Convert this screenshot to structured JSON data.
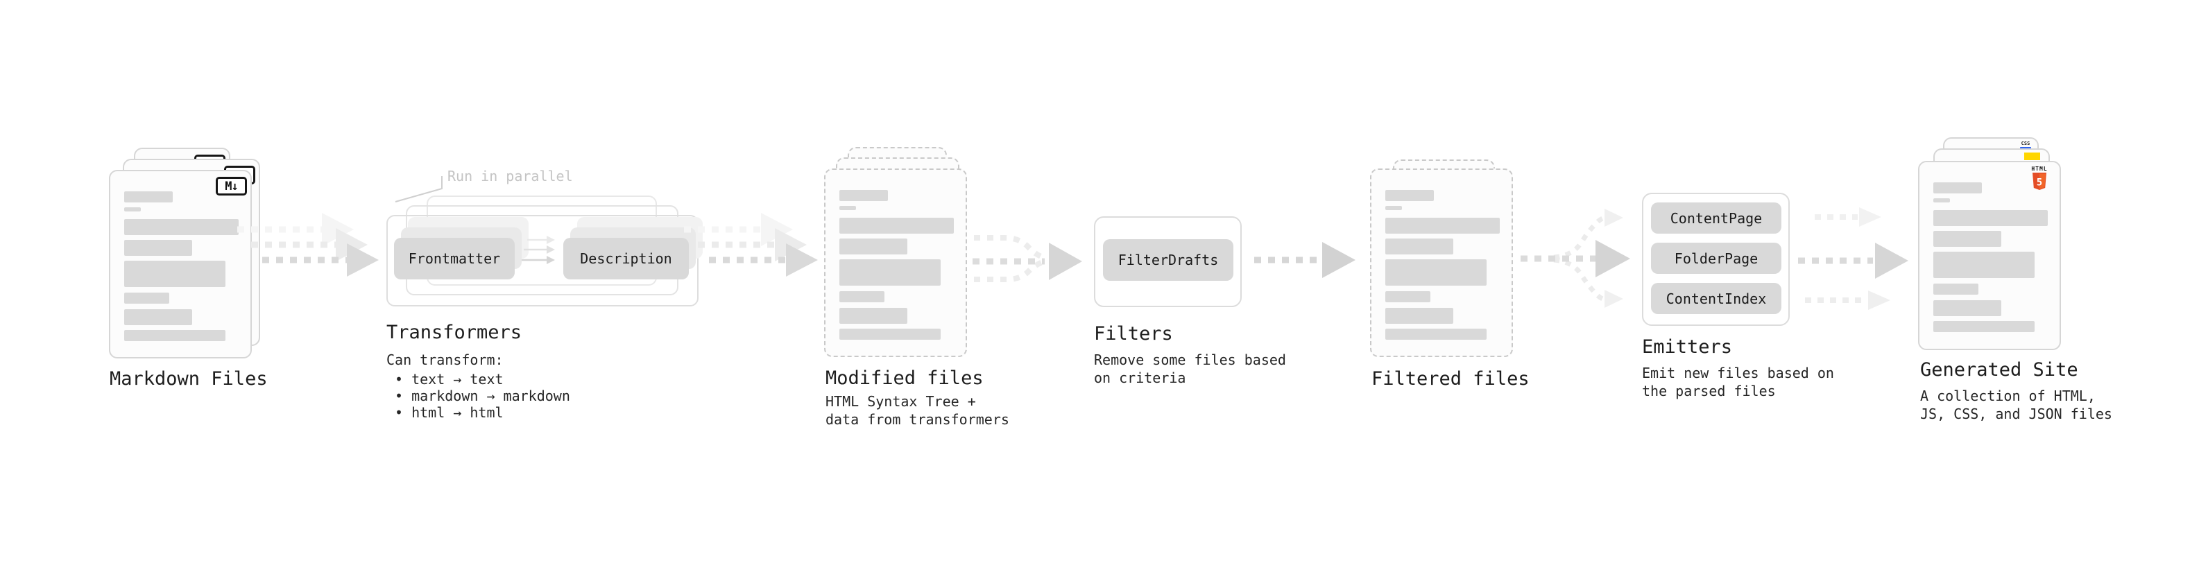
{
  "stages": {
    "markdown_files": {
      "label": "Markdown Files",
      "icon_text": "M↓"
    },
    "transformers": {
      "label": "Transformers",
      "parallel_note": "Run in parallel",
      "button_left": "Frontmatter",
      "button_right": "Description",
      "desc_heading": "Can transform:",
      "bullets": [
        "• text → text",
        "• markdown → markdown",
        "• html → html"
      ]
    },
    "modified_files": {
      "label": "Modified files",
      "description": "HTML Syntax Tree +\ndata from transformers"
    },
    "filters": {
      "label": "Filters",
      "button": "FilterDrafts",
      "description": "Remove some files based\non criteria"
    },
    "filtered_files": {
      "label": "Filtered files"
    },
    "emitters": {
      "label": "Emitters",
      "buttons": [
        "ContentPage",
        "FolderPage",
        "ContentIndex"
      ],
      "description": "Emit new files based on\nthe parsed files"
    },
    "generated_site": {
      "label": "Generated Site",
      "description": "A collection of HTML,\nJS, CSS, and JSON files",
      "badge_css": "CSS",
      "badge_html_word": "HTML",
      "badge_html_number": "5"
    }
  },
  "colors": {
    "html5_orange": "#e44d26",
    "html5_orange_light": "#f16529",
    "js_yellow": "#ffd600",
    "css_blue": "#2d63f1",
    "chip_gray": "#d9d9d9",
    "arrow_gray": "#d6d6d6"
  }
}
